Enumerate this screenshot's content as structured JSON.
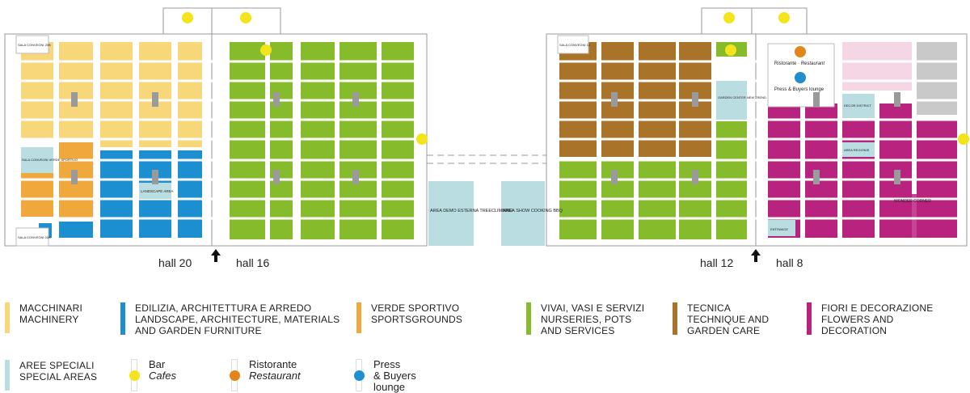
{
  "colors": {
    "machinery": "#f7d77a",
    "edilizia": "#1b8fd0",
    "verde_sportivo": "#f0a83c",
    "vivai": "#86bc2b",
    "tecnica": "#a9742a",
    "fiori": "#b8237f",
    "aree_speciali": "#b9dde0",
    "cafe_dot": "#f4e41c",
    "restaurant_dot": "#e0861a",
    "press_dot": "#1f8fd0",
    "pink_area": "#f4d6e4"
  },
  "map": {
    "left_block": {
      "sala_top": "SALA CONVEGNI 20B",
      "sala_mid": "SALA CONVEGNI VERDE SPORTIVO",
      "sala_bottom": "SALA CONVEGNI 20A",
      "landscape_area": "LANDSCAPE AREA"
    },
    "demo_area": "AREA DEMO ESTERNA TREECLIMBING",
    "show_area": "AREA SHOW COOKING BBQ",
    "right_block": {
      "sala_top": "SALA CONVEGNI 12",
      "garden_center": "GARDEN CENTER NEW TREND",
      "restaurant_label": "Ristorante · ",
      "restaurant_label_it": "Restaurant",
      "press_label": "Press & Buyers lounge",
      "decor_district": "DECOR DISTRICT",
      "area_regionis": "AREA REGIONIS",
      "wonder_corner": "WONDER CORNER",
      "entrance": "ENTRANCE"
    }
  },
  "halls": {
    "hall20": "hall 20",
    "hall16": "hall 16",
    "hall12": "hall 12",
    "hall8": "hall 8"
  },
  "legend": [
    {
      "key": "machinery",
      "line1": "MACCHINARI",
      "line2": "MACHINERY",
      "line3": "",
      "line4": ""
    },
    {
      "key": "edilizia",
      "line1": "EDILIZIA, ARCHITETTURA E ARREDO",
      "line2": "LANDSCAPE, ARCHITECTURE, MATERIALS",
      "line3": "AND GARDEN FURNITURE",
      "line4": ""
    },
    {
      "key": "verde_sportivo",
      "line1": "VERDE SPORTIVO",
      "line2": "SPORTSGROUNDS",
      "line3": "",
      "line4": ""
    },
    {
      "key": "vivai",
      "line1": "VIVAI, VASI E SERVIZI",
      "line2": "NURSERIES, POTS",
      "line3": "AND SERVICES",
      "line4": ""
    },
    {
      "key": "tecnica",
      "line1": "TECNICA",
      "line2": "TECHNIQUE AND",
      "line3": "GARDEN CARE",
      "line4": ""
    },
    {
      "key": "fiori",
      "line1": "FIORI E DECORAZIONE",
      "line2": "FLOWERS AND",
      "line3": "DECORATION",
      "line4": ""
    },
    {
      "key": "aree_speciali",
      "line1": "AREE SPECIALI",
      "line2": "SPECIAL AREAS",
      "line3": "",
      "line4": ""
    }
  ],
  "icons": [
    {
      "key": "cafe",
      "line1": "Bar",
      "line2": "Cafes",
      "line3": ""
    },
    {
      "key": "restaurant",
      "line1": "Ristorante",
      "line2": "Restaurant",
      "line3": ""
    },
    {
      "key": "press",
      "line1": "Press",
      "line2": "& Buyers",
      "line3": "lounge"
    }
  ]
}
